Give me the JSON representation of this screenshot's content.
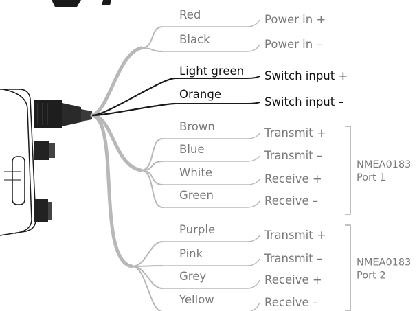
{
  "wires": [
    {
      "color_name": "Red",
      "function": "Power in +",
      "active": false
    },
    {
      "color_name": "Black",
      "function": "Power in –",
      "active": false
    },
    {
      "color_name": "Light green",
      "function": "Switch input +",
      "active": true
    },
    {
      "color_name": "Orange",
      "function": "Switch input –",
      "active": true
    },
    {
      "color_name": "Brown",
      "function": "Transmit +",
      "active": false
    },
    {
      "color_name": "Blue",
      "function": "Transmit –",
      "active": false
    },
    {
      "color_name": "White",
      "function": "Receive +",
      "active": false
    },
    {
      "color_name": "Green",
      "function": "Receive –",
      "active": false
    },
    {
      "color_name": "Purple",
      "function": "Transmit +",
      "active": false
    },
    {
      "color_name": "Pink",
      "function": "Transmit –",
      "active": false
    },
    {
      "color_name": "Grey",
      "function": "Receive +",
      "active": false
    },
    {
      "color_name": "Yellow",
      "function": "Receive –",
      "active": false
    }
  ],
  "groups": [
    {
      "line1": "NMEA0183",
      "line2": "Port 1"
    },
    {
      "line1": "NMEA0183",
      "line2": "Port 2"
    }
  ],
  "colors": {
    "inactive_wire": "#b8b8b8",
    "inactive_text": "#7a7a7a",
    "active_wire": "#1a1a1a",
    "active_text": "#111111",
    "device_outline": "#1a1a1a",
    "bracket": "#9a9a9a"
  }
}
